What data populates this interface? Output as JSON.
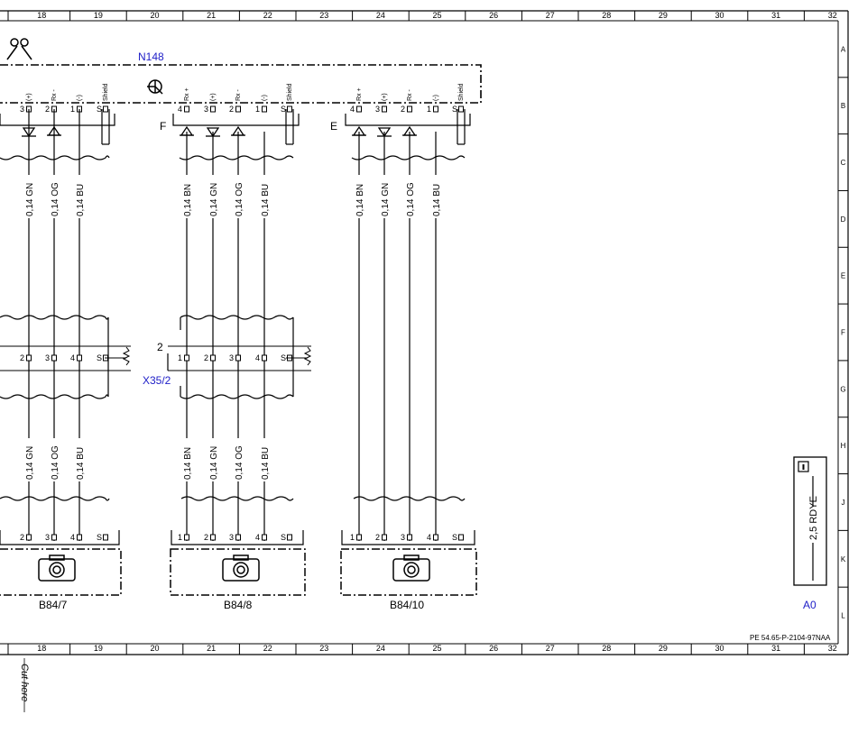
{
  "columns": [
    "18",
    "19",
    "20",
    "21",
    "22",
    "23",
    "24",
    "25",
    "26",
    "27",
    "28",
    "29",
    "30",
    "31",
    "32"
  ],
  "rows": [
    "A",
    "B",
    "C",
    "D",
    "E",
    "F",
    "G",
    "H",
    "J",
    "K",
    "L"
  ],
  "controller": {
    "name": "N148",
    "connector_left": {
      "pins": [
        "3",
        "2",
        "1",
        "S"
      ],
      "signals": [
        "(+)",
        "Rx -",
        "(-)",
        "Shield"
      ]
    },
    "connector_F": {
      "letter": "F",
      "pins": [
        "4",
        "3",
        "2",
        "1",
        "S"
      ],
      "signals": [
        "Rx +",
        "(+)",
        "Rx -",
        "(-)",
        "Shield"
      ]
    },
    "connector_E": {
      "letter": "E",
      "pins": [
        "4",
        "3",
        "2",
        "1",
        "S"
      ],
      "signals": [
        "Rx +",
        "(+)",
        "Rx -",
        "(-)",
        "Shield"
      ]
    }
  },
  "wires_upper": {
    "left": [
      "0,14 GN",
      "0,14 OG",
      "0,14 BU"
    ],
    "F": [
      "0,14 BN",
      "0,14 GN",
      "0,14 OG",
      "0,14 BU"
    ],
    "E": [
      "0,14 BN",
      "0,14 GN",
      "0,14 OG",
      "0,14 BU"
    ]
  },
  "wires_lower": {
    "left": [
      "0,14 GN",
      "0,14 OG",
      "0,14 BU"
    ],
    "F": [
      "0,14 BN",
      "0,14 GN",
      "0,14 OG",
      "0,14 BU"
    ]
  },
  "connector_x35": {
    "name": "X35/2",
    "number": "2",
    "pins_left": [
      "2",
      "3",
      "4",
      "S"
    ],
    "pins_right": [
      "1",
      "2",
      "3",
      "4",
      "S"
    ]
  },
  "sensors": [
    {
      "name": "B84/7",
      "pins": [
        "2",
        "3",
        "4",
        "S"
      ]
    },
    {
      "name": "B84/8",
      "pins": [
        "1",
        "2",
        "3",
        "4",
        "S"
      ]
    },
    {
      "name": "B84/10",
      "pins": [
        "1",
        "2",
        "3",
        "4",
        "S"
      ]
    }
  ],
  "ground": {
    "wire": "2,5 RDYE",
    "name": "A0"
  },
  "doc_id": "PE 54.65-P-2104-97NAA",
  "cut_text": "Cut here"
}
